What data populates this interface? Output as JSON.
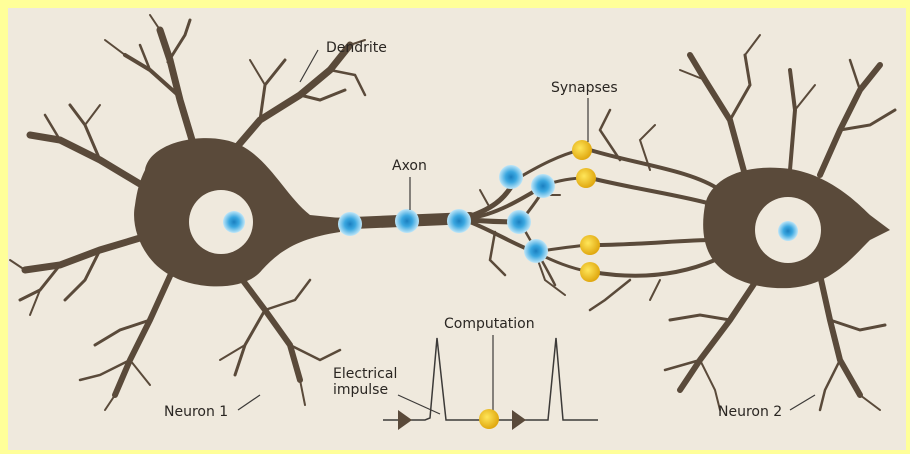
{
  "diagram": {
    "labels": {
      "dendrite": "Dendrite",
      "axon": "Axon",
      "synapses": "Synapses",
      "computation": "Computation",
      "electrical_impulse": "Electrical\nimpulse",
      "neuron1": "Neuron 1",
      "neuron2": "Neuron 2"
    },
    "colors": {
      "background": "#ffff99",
      "paper": "#efe9dd",
      "neuron_body": "#5a4a3a",
      "nucleus_ring": "#ffffff",
      "signal_blue": "#3aa7e0",
      "synapse_yellow": "#f0c020",
      "line": "#3c3a38"
    }
  }
}
